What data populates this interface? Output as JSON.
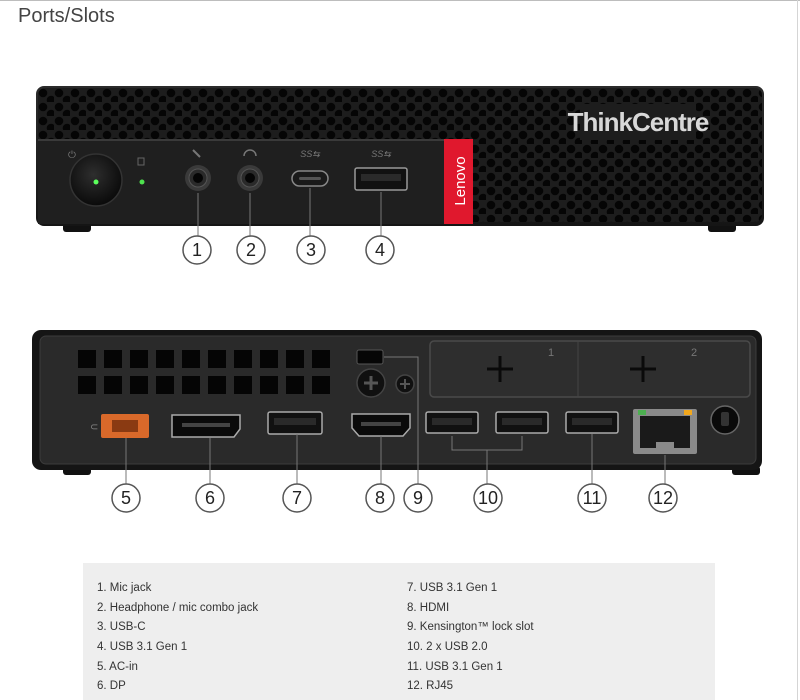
{
  "page": {
    "title": "Ports/Slots"
  },
  "front_panel": {
    "brand_logo": "ThinkCentre",
    "brand_tab": "Lenovo",
    "usb_badge": "SS⇆",
    "callouts": [
      "1",
      "2",
      "3",
      "4"
    ]
  },
  "rear_panel": {
    "bay_labels": [
      "1",
      "2"
    ],
    "callouts": [
      "5",
      "6",
      "7",
      "8",
      "9",
      "10",
      "11",
      "12"
    ]
  },
  "legend": {
    "left": [
      "1. Mic jack",
      "2. Headphone / mic combo jack",
      "3. USB-C",
      "4. USB 3.1 Gen 1",
      "5. AC-in",
      "6. DP"
    ],
    "right": [
      "7. USB 3.1 Gen 1",
      "8. HDMI",
      "9. Kensington™ lock slot",
      "10. 2 x USB 2.0",
      "11. USB 3.1 Gen 1",
      "12. RJ45"
    ]
  },
  "colors": {
    "chassis": "#1d1d1d",
    "brand_red": "#e0182d",
    "ac_in_orange": "#d9692a",
    "legend_bg": "#eeeeee"
  }
}
